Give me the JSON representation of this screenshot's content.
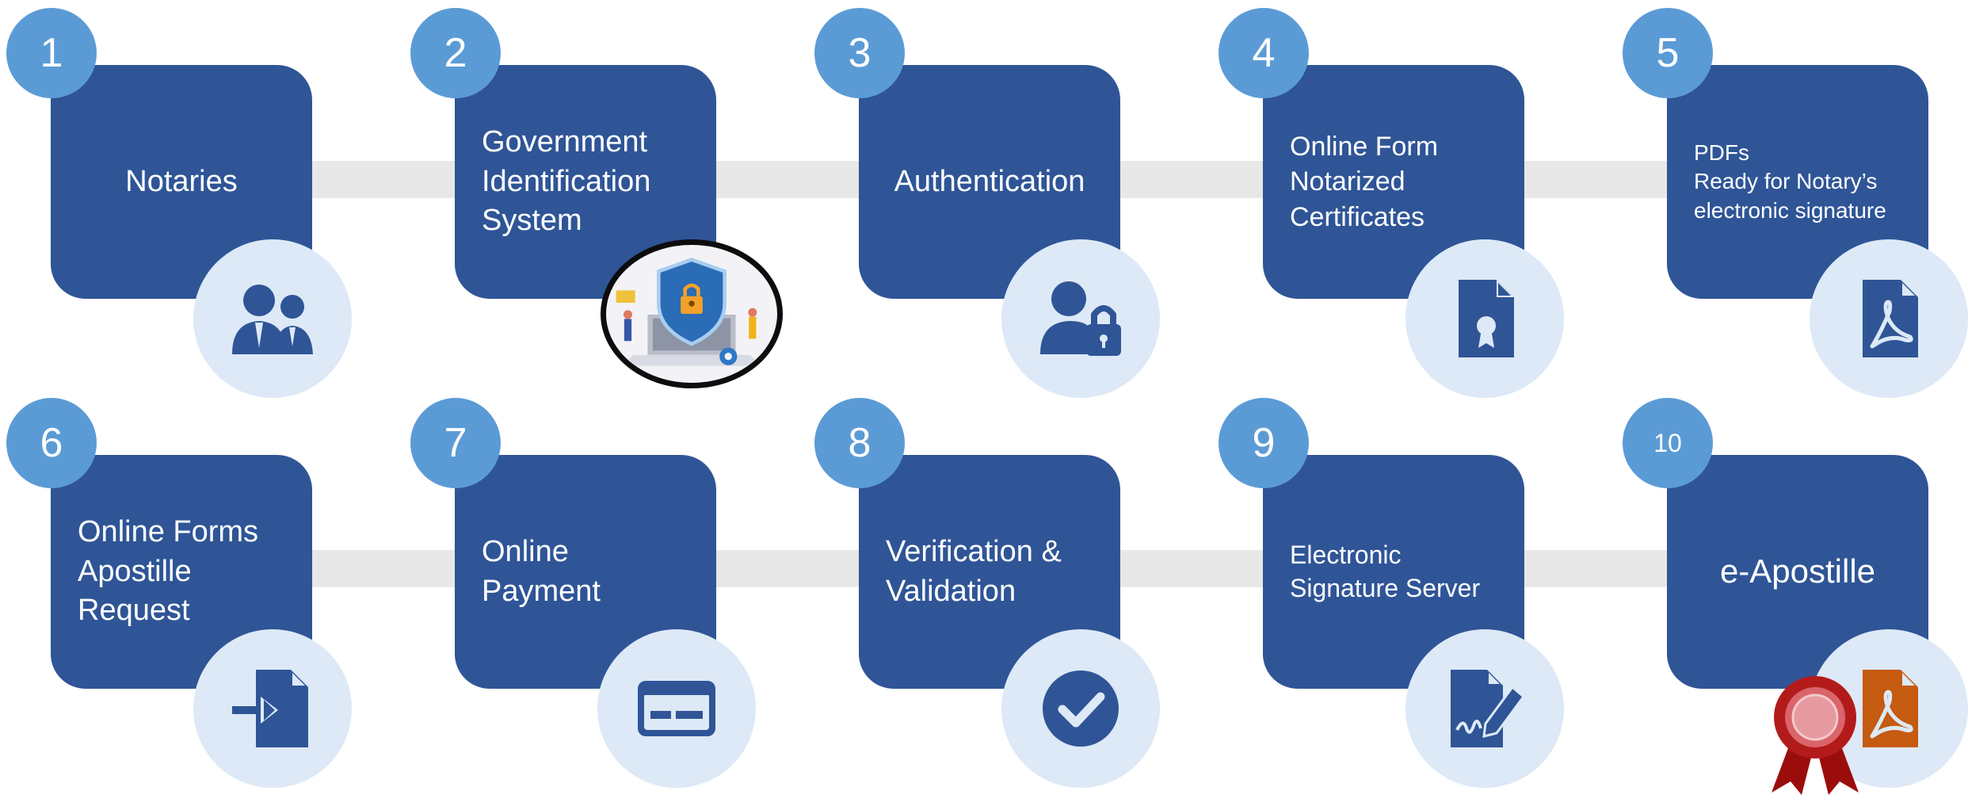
{
  "steps": [
    {
      "number": "1",
      "title": "Notaries",
      "icon": "users-icon"
    },
    {
      "number": "2",
      "title": "Government\nIdentification\nSystem",
      "icon": "security-laptop-illustration"
    },
    {
      "number": "3",
      "title": "Authentication",
      "icon": "user-lock-icon"
    },
    {
      "number": "4",
      "title": "Online Form\nNotarized\nCertificates",
      "icon": "certificate-file-icon"
    },
    {
      "number": "5",
      "title": "PDFs\nReady for Notary’s\nelectronic signature",
      "icon": "pdf-file-icon"
    },
    {
      "number": "6",
      "title": "Online Forms\nApostille\nRequest",
      "icon": "file-import-icon"
    },
    {
      "number": "7",
      "title": "Online\nPayment",
      "icon": "credit-card-icon"
    },
    {
      "number": "8",
      "title": "Verification &\nValidation",
      "icon": "check-circle-icon"
    },
    {
      "number": "9",
      "title": "Electronic\nSignature Server",
      "icon": "file-signature-icon"
    },
    {
      "number": "10",
      "title": "e-Apostille",
      "icon": "pdf-file-icon"
    }
  ],
  "colors": {
    "card": "#2f5597",
    "number_badge": "#5b9bd5",
    "icon_circle": "#dde9f6",
    "icon": "#2f5597",
    "apostille_icon": "#c55a11",
    "seal": "#c00000",
    "connector": "#e8e8e8"
  }
}
